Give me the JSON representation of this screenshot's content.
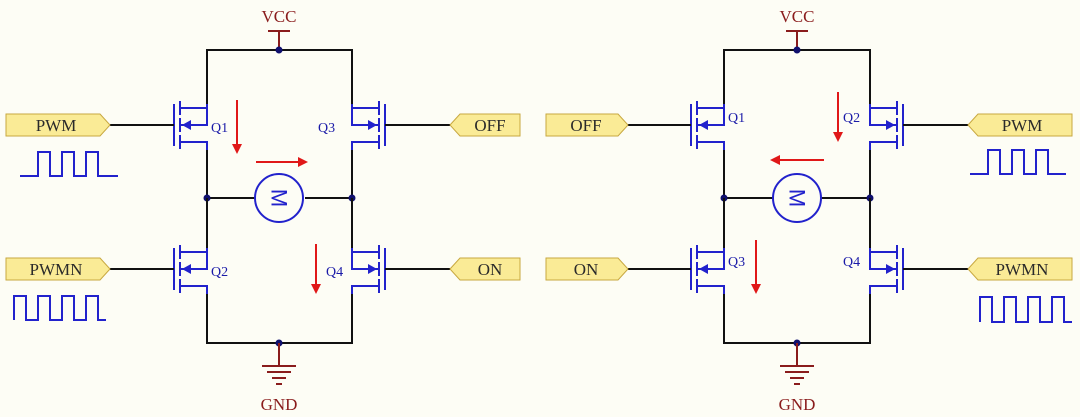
{
  "colors": {
    "wire": "#111111",
    "component": "#2222cc",
    "power": "#8a1c1c",
    "port_fill": "#faeb96",
    "current_arrow": "#e01818",
    "background": "#fdfdf5"
  },
  "circuits": [
    {
      "vcc": "VCC",
      "gnd": "GND",
      "motor": "M",
      "current": "left-to-right",
      "transistors": {
        "top_left": "Q1",
        "top_right": "Q3",
        "bottom_left": "Q2",
        "bottom_right": "Q4"
      },
      "ports": {
        "top_left": "PWM",
        "bottom_left": "PWMN",
        "top_right": "OFF",
        "bottom_right": "ON"
      },
      "waveforms": {
        "top_left": "pwm-waveform",
        "bottom_left": "pwmn-waveform"
      }
    },
    {
      "vcc": "VCC",
      "gnd": "GND",
      "motor": "M",
      "current": "right-to-left",
      "transistors": {
        "top_left": "Q1",
        "top_right": "Q2",
        "bottom_left": "Q3",
        "bottom_right": "Q4"
      },
      "ports": {
        "top_left": "OFF",
        "bottom_left": "ON",
        "top_right": "PWM",
        "bottom_right": "PWMN"
      },
      "waveforms": {
        "top_right": "pwm-waveform",
        "bottom_right": "pwmn-waveform"
      }
    }
  ]
}
